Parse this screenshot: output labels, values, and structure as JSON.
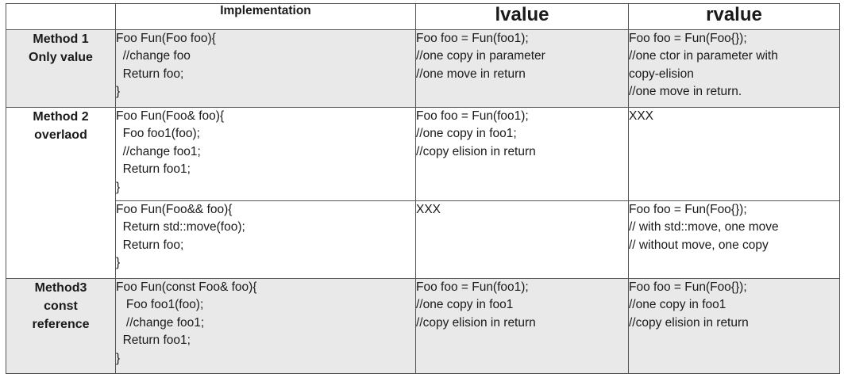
{
  "header": {
    "col0": "",
    "col1": "Implementation",
    "col2": "lvalue",
    "col3": "rvalue"
  },
  "rows": [
    {
      "method": [
        "Method 1",
        "Only value"
      ],
      "implementation": [
        "Foo Fun(Foo foo){",
        "  //change foo",
        "  Return foo;",
        "}"
      ],
      "lvalue": [
        "Foo foo = Fun(foo1);",
        "//one copy in parameter",
        "//one move in return"
      ],
      "rvalue": [
        "Foo foo = Fun(Foo{});",
        "//one ctor in parameter with",
        "copy-elision",
        "//one move in return."
      ]
    },
    {
      "method": [
        "Method 2",
        "overlaod"
      ],
      "implementation": [
        "Foo Fun(Foo& foo){",
        "  Foo foo1(foo);",
        "  //change foo1;",
        "  Return foo1;",
        "}"
      ],
      "lvalue": [
        "Foo foo = Fun(foo1);",
        "//one copy in foo1;",
        "//copy elision in return"
      ],
      "rvalue": [
        "XXX"
      ]
    },
    {
      "implementation": [
        "Foo Fun(Foo&& foo){",
        "  Return std::move(foo);",
        "  Return foo;",
        "}"
      ],
      "lvalue": [
        "XXX"
      ],
      "rvalue": [
        "Foo foo = Fun(Foo{});",
        "// with std::move, one move",
        "// without move, one copy"
      ]
    },
    {
      "method": [
        "Method3",
        "const",
        "reference"
      ],
      "implementation": [
        "Foo Fun(const Foo& foo){",
        "   Foo foo1(foo);",
        "   //change foo1;",
        "  Return foo1;",
        "}"
      ],
      "lvalue": [
        "Foo foo = Fun(foo1);",
        "//one copy in foo1",
        "//copy elision in return"
      ],
      "rvalue": [
        "Foo foo = Fun(Foo{});",
        "//one copy in foo1",
        "//copy elision in return"
      ]
    }
  ],
  "colors": {
    "shade": "#e9e9e9",
    "border": "#555555",
    "text": "#1a1a1a"
  }
}
